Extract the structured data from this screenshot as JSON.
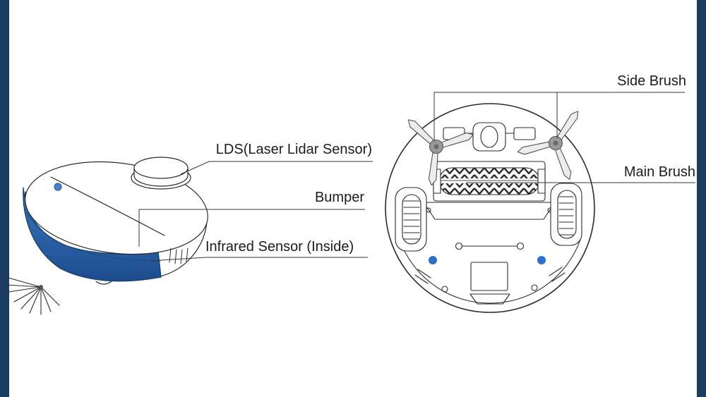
{
  "edge_bars": {
    "color": "#1d3c63"
  },
  "labels": {
    "lds": "LDS(Laser Lidar Sensor)",
    "bumper": "Bumper",
    "infrared": "Infrared Sensor (Inside)",
    "side_brush": "Side Brush",
    "main_brush": "Main Brush"
  },
  "colors": {
    "outline": "#2b2b2b",
    "callout_line": "#3a3a3a",
    "bumper_blue_light": "#3d74b5",
    "bumper_blue": "#2a5fa5",
    "bumper_blue_dark": "#1c4c8d",
    "button_blue": "#4c82c4",
    "sensor_blue": "#2b6fd0",
    "brush_hub_gray": "#9a9a9a"
  }
}
